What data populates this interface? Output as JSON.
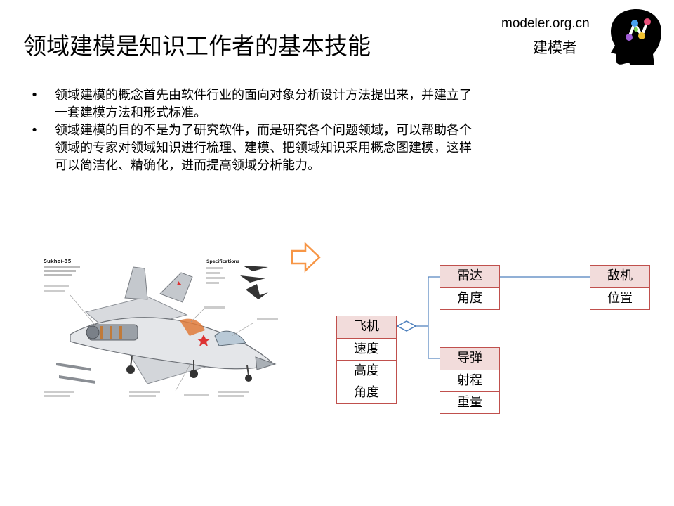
{
  "header": {
    "title": "领域建模是知识工作者的基本技能",
    "site_url": "modeler.org.cn",
    "site_name": "建模者"
  },
  "bullets": [
    {
      "symbol": "•",
      "lines": [
        "领域建模的概念首先由软件行业的面向对象分析设计方法提出来，并建立了",
        "一套建模方法和形式标准。"
      ]
    },
    {
      "symbol": "•",
      "lines": [
        "领域建模的目的不是为了研究软件，而是研究各个问题领域，可以帮助各个",
        "领域的专家对领域知识进行梳理、建模、把领域知识采用概念图建模，这样",
        "可以简洁化、精确化，进而提高领域分析能力。"
      ]
    }
  ],
  "jet_image": {
    "heading": "Sukhoi-35",
    "specs_heading": "Specifications"
  },
  "diagram": {
    "classes": {
      "aircraft": {
        "name": "飞机",
        "attributes": [
          "速度",
          "高度",
          "角度"
        ]
      },
      "radar": {
        "name": "雷达",
        "attributes": [
          "角度"
        ]
      },
      "missile": {
        "name": "导弹",
        "attributes": [
          "射程",
          "重量"
        ]
      },
      "enemy": {
        "name": "敌机",
        "attributes": [
          "位置"
        ]
      }
    }
  },
  "colors": {
    "class_border": "#c0504d",
    "class_header_fill": "#f2dcdb",
    "connector": "#4f81bd",
    "arrow": "#f79646"
  }
}
